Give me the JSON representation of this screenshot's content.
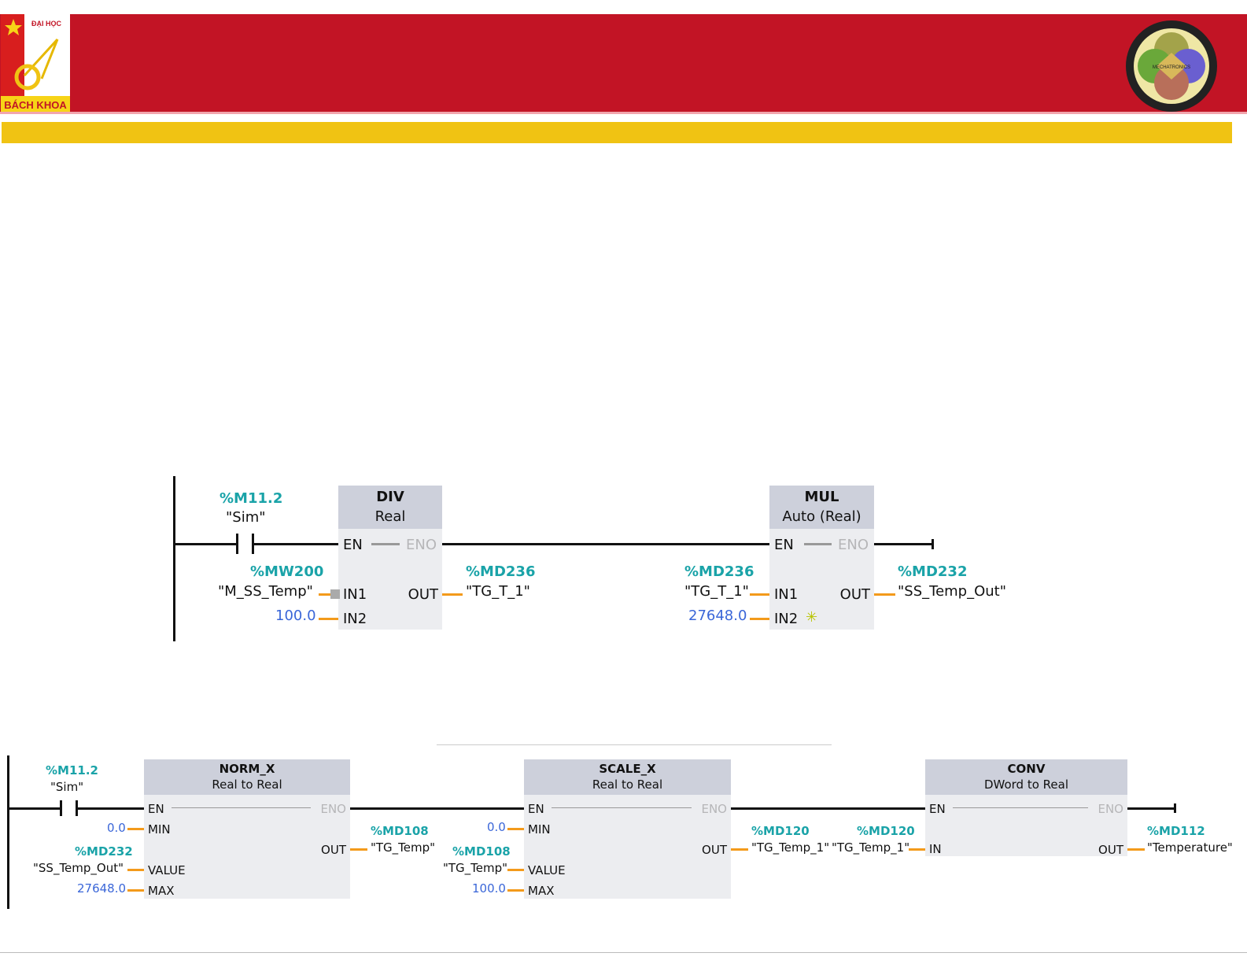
{
  "header": {
    "logo_left_text_top": "ĐẠI HỌC",
    "logo_left_text_bottom": "BÁCH KHOA",
    "logo_right_center": "MECHATRONICS",
    "colors": {
      "banner": "#c21425",
      "stripe": "#f0c313",
      "address": "#1aa3a8",
      "constant": "#3a66d8",
      "wire": "#f39a1b"
    }
  },
  "network1": {
    "contact": {
      "address": "%M11.2",
      "tag": "\"Sim\""
    },
    "div": {
      "title": "DIV",
      "type": "Real",
      "en": "EN",
      "eno": "ENO",
      "in1": "IN1",
      "in2": "IN2",
      "out": "OUT",
      "in1_addr": "%MW200",
      "in1_tag": "\"M_SS_Temp\"",
      "in2_val": "100.0",
      "out_addr": "%MD236",
      "out_tag": "\"TG_T_1\""
    },
    "mul": {
      "title": "MUL",
      "type": "Auto (Real)",
      "en": "EN",
      "eno": "ENO",
      "in1": "IN1",
      "in2": "IN2",
      "out": "OUT",
      "in1_addr": "%MD236",
      "in1_tag": "\"TG_T_1\"",
      "in2_val": "27648.0",
      "out_addr": "%MD232",
      "out_tag": "\"SS_Temp_Out\""
    }
  },
  "network2": {
    "contact": {
      "address": "%M11.2",
      "tag": "\"Sim\""
    },
    "norm": {
      "title": "NORM_X",
      "type": "Real  to  Real",
      "en": "EN",
      "eno": "ENO",
      "min": "MIN",
      "value": "VALUE",
      "max": "MAX",
      "out": "OUT",
      "min_val": "0.0",
      "value_addr": "%MD232",
      "value_tag": "\"SS_Temp_Out\"",
      "max_val": "27648.0",
      "out_addr": "%MD108",
      "out_tag": "\"TG_Temp\""
    },
    "scale": {
      "title": "SCALE_X",
      "type": "Real  to  Real",
      "en": "EN",
      "eno": "ENO",
      "min": "MIN",
      "value": "VALUE",
      "max": "MAX",
      "out": "OUT",
      "min_val": "0.0",
      "value_addr": "%MD108",
      "value_tag": "\"TG_Temp\"",
      "max_val": "100.0",
      "out_addr": "%MD120",
      "out_tag": "\"TG_Temp_1\""
    },
    "conv": {
      "title": "CONV",
      "type": "DWord  to  Real",
      "en": "EN",
      "eno": "ENO",
      "in": "IN",
      "out": "OUT",
      "in_addr": "%MD120",
      "in_tag": "\"TG_Temp_1\"",
      "out_addr": "%MD112",
      "out_tag": "\"Temperature\""
    }
  }
}
